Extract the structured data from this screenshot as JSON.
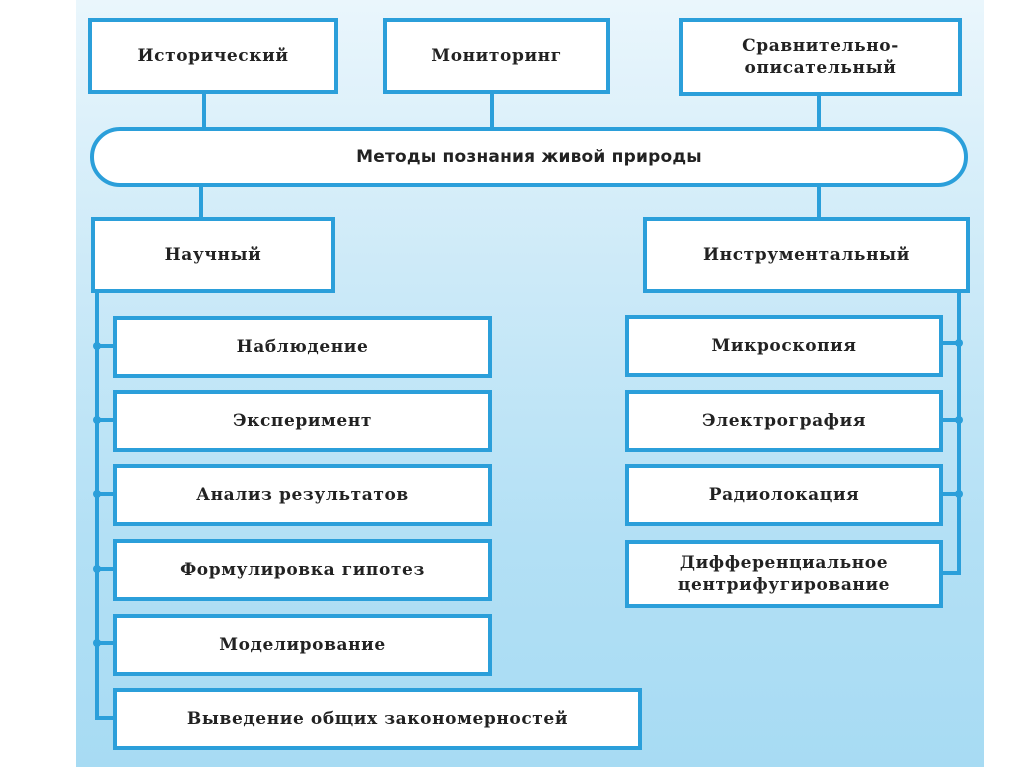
{
  "colors": {
    "accent": "#2b9fda",
    "box_fill": "#ffffff",
    "text": "#222222",
    "panel_top": "#eaf6fc",
    "panel_bottom": "#a7dbf3"
  },
  "diagram": {
    "central": "Методы познания живой природы",
    "top_methods": [
      "Исторический",
      "Мониторинг",
      "Сравнительно-\nописательный"
    ],
    "scientific": {
      "title": "Научный",
      "items": [
        "Наблюдение",
        "Эксперимент",
        "Анализ результатов",
        "Формулировка гипотез",
        "Моделирование",
        "Выведение общих закономерностей"
      ]
    },
    "instrumental": {
      "title": "Инструментальный",
      "items": [
        "Микроскопия",
        "Электрография",
        "Радиолокация",
        "Дифференциальное\nцентрифугирование"
      ]
    }
  }
}
